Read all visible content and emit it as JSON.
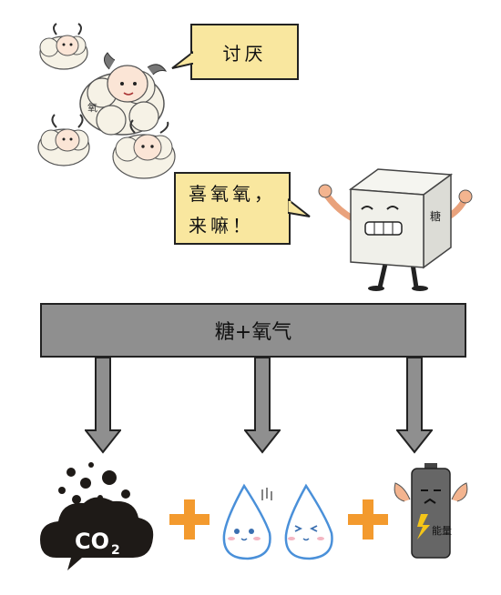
{
  "bubbles": {
    "dislike": "讨厌",
    "invite_line1": "喜氧氧，",
    "invite_line2": "来嘛！"
  },
  "characters": {
    "sheep_label": "氧",
    "sugar_label": "糖"
  },
  "reaction_bar": {
    "label": "糖+氧气"
  },
  "products": {
    "co2_label": "CO",
    "co2_subscript": "2",
    "energy_label": "能量"
  },
  "colors": {
    "bubble_fill": "#f9e79f",
    "bar_fill": "#8f8f8f",
    "arrow_fill": "#8f8f8f",
    "plus_color": "#f39a2e",
    "cloud_fill": "#1e1a17",
    "water_outline": "#4a90d9",
    "battery_fill": "#666666"
  }
}
